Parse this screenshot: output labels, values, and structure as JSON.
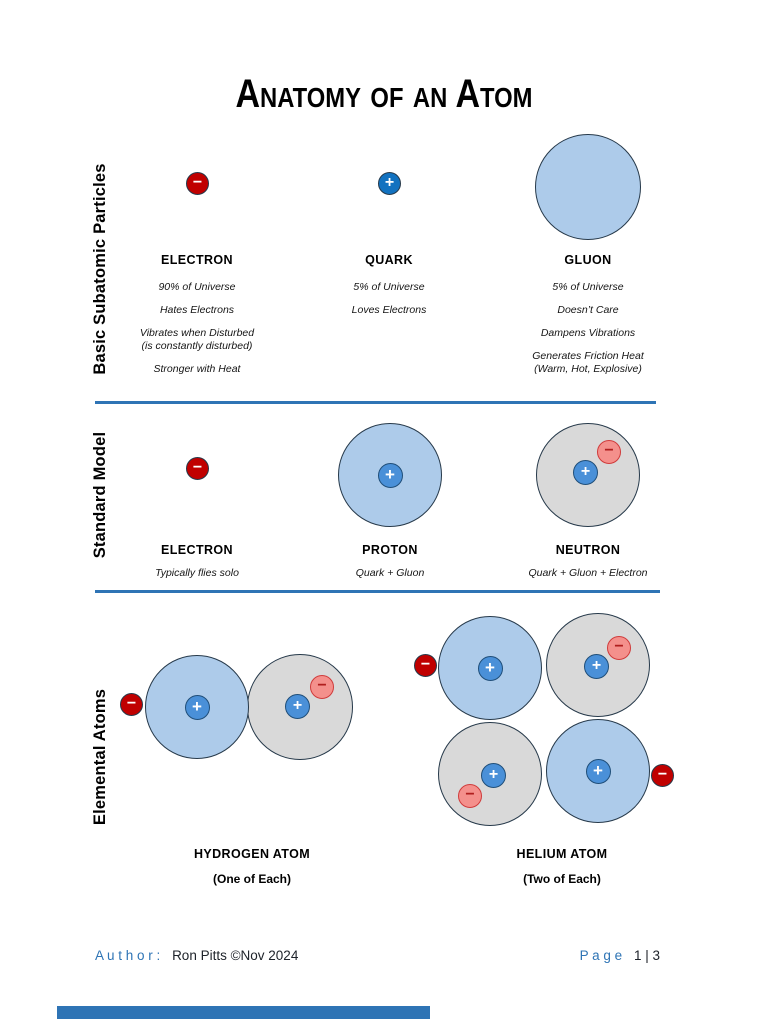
{
  "title": "Anatomy of an Atom",
  "glyphs": {
    "minus": "−",
    "plus": "+"
  },
  "colors": {
    "accent_blue": "#2E74B5",
    "electron_red": "#C00000",
    "quark_blue": "#1272C0",
    "nucleus_plus_blue": "#4A90D8",
    "big_circle_blue": "#ADCBEA",
    "neutron_gray": "#D9D9D9",
    "neutron_electron_pink": "#F4908C"
  },
  "sections": [
    {
      "label": "Basic Subatomic Particles",
      "columns": [
        {
          "name": "ELECTRON",
          "desc": [
            "90% of Universe",
            "Hates Electrons",
            "Vibrates when Disturbed\n(is constantly disturbed)",
            "Stronger with Heat"
          ]
        },
        {
          "name": "QUARK",
          "desc": [
            "5% of Universe",
            "Loves Electrons"
          ]
        },
        {
          "name": "GLUON",
          "desc": [
            "5% of Universe",
            "Doesn’t Care",
            "Dampens Vibrations",
            "Generates Friction Heat\n(Warm, Hot, Explosive)"
          ]
        }
      ]
    },
    {
      "label": "Standard Model",
      "columns": [
        {
          "name": "ELECTRON",
          "desc": [
            "Typically flies solo"
          ]
        },
        {
          "name": "PROTON",
          "desc": [
            "Quark + Gluon"
          ]
        },
        {
          "name": "NEUTRON",
          "desc": [
            "Quark + Gluon + Electron"
          ]
        }
      ]
    },
    {
      "label": "Elemental Atoms",
      "atoms": [
        {
          "name": "HYDROGEN ATOM",
          "sub": "(One of Each)"
        },
        {
          "name": "HELIUM ATOM",
          "sub": "(Two of Each)"
        }
      ]
    }
  ],
  "footer": {
    "author_label": "A u t h o r :",
    "author_value": "Ron Pitts ©Nov 2024",
    "page_label": "P a g e",
    "page_value": "1 | 3"
  }
}
